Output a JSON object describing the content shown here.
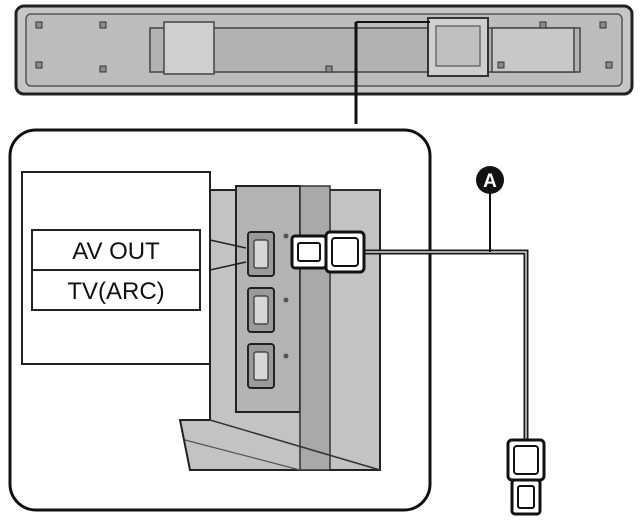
{
  "labels": {
    "av_out": "AV OUT",
    "tv_arc": "TV(ARC)"
  },
  "callout": {
    "letter": "A"
  },
  "colors": {
    "outline": "#222222",
    "device_body": "#c9c9c9",
    "device_face": "#bdbdbd",
    "panel_shadow": "#a8a8a8",
    "port_fill": "#d6d6d6",
    "cable": "#1a1a1a"
  }
}
